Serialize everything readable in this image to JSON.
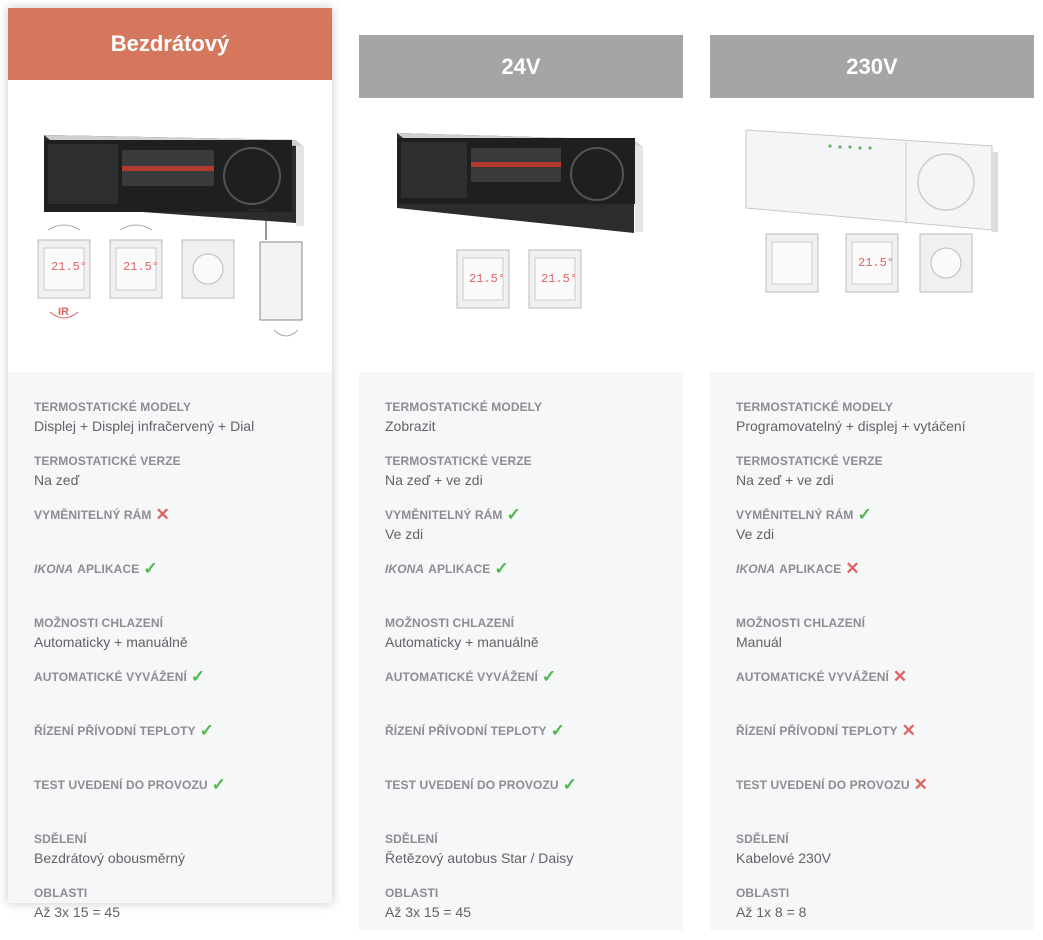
{
  "columns": [
    {
      "title": "Bezdrátový",
      "ir_label": "IR",
      "display_temp": "21.5°",
      "rows": [
        {
          "label": "TERMOSTATICKÉ MODELY",
          "value": "Displej + Displej infračervený + Dial"
        },
        {
          "label": "TERMOSTATICKÉ VERZE",
          "value": "Na zeď"
        },
        {
          "label": "VYMĚNITELNÝ RÁM",
          "mark": "✕",
          "status": "no"
        },
        {
          "label_italic": "IKONA",
          "label": "APLIKACE",
          "mark": "✓",
          "status": "yes"
        },
        {
          "label": "MOŽNOSTI CHLAZENÍ",
          "value": "Automaticky + manuálně"
        },
        {
          "label": "AUTOMATICKÉ VYVÁŽENÍ",
          "mark": "✓",
          "status": "yes"
        },
        {
          "label": "ŘÍZENÍ PŘÍVODNÍ TEPLOTY",
          "mark": "✓",
          "status": "yes"
        },
        {
          "label": "TEST UVEDENÍ DO PROVOZU",
          "mark": "✓",
          "status": "yes"
        },
        {
          "label": "SDĚLENÍ",
          "value": "Bezdrátový obousměrný"
        },
        {
          "label": "OBLASTI",
          "value": "Až 3x 15 = 45"
        }
      ]
    },
    {
      "title": "24V",
      "display_temp": "21.5°",
      "rows": [
        {
          "label": "TERMOSTATICKÉ MODELY",
          "value": "Zobrazit"
        },
        {
          "label": "TERMOSTATICKÉ VERZE",
          "value": "Na zeď + ve zdi"
        },
        {
          "label": "VYMĚNITELNÝ RÁM",
          "mark": "✓",
          "status": "yes",
          "value": "Ve zdi"
        },
        {
          "label_italic": "IKONA",
          "label": "APLIKACE",
          "mark": "✓",
          "status": "yes"
        },
        {
          "label": "MOŽNOSTI CHLAZENÍ",
          "value": "Automaticky + manuálně"
        },
        {
          "label": "AUTOMATICKÉ VYVÁŽENÍ",
          "mark": "✓",
          "status": "yes"
        },
        {
          "label": "ŘÍZENÍ PŘÍVODNÍ TEPLOTY",
          "mark": "✓",
          "status": "yes"
        },
        {
          "label": "TEST UVEDENÍ DO PROVOZU",
          "mark": "✓",
          "status": "yes"
        },
        {
          "label": "SDĚLENÍ",
          "value": "Řetězový autobus Star / Daisy"
        },
        {
          "label": "OBLASTI",
          "value": "Až 3x 15 = 45"
        }
      ]
    },
    {
      "title": "230V",
      "display_temp": "21.5°",
      "rows": [
        {
          "label": "TERMOSTATICKÉ MODELY",
          "value": "Programovatelný + displej + vytáčení"
        },
        {
          "label": "TERMOSTATICKÉ VERZE",
          "value": "Na zeď + ve zdi"
        },
        {
          "label": "VYMĚNITELNÝ RÁM",
          "mark": "✓",
          "status": "yes",
          "value": "Ve zdi"
        },
        {
          "label_italic": "IKONA",
          "label": "APLIKACE",
          "mark": "✕",
          "status": "no"
        },
        {
          "label": "MOŽNOSTI CHLAZENÍ",
          "value": "Manuál"
        },
        {
          "label": "AUTOMATICKÉ VYVÁŽENÍ",
          "mark": "✕",
          "status": "no"
        },
        {
          "label": "ŘÍZENÍ PŘÍVODNÍ TEPLOTY",
          "mark": "✕",
          "status": "no"
        },
        {
          "label": "TEST UVEDENÍ DO PROVOZU",
          "mark": "✕",
          "status": "no"
        },
        {
          "label": "SDĚLENÍ",
          "value": "Kabelové 230V"
        },
        {
          "label": "OBLASTI",
          "value": "Až 1x 8 = 8"
        }
      ]
    }
  ],
  "colors": {
    "accent": "#d5775d",
    "header_grey": "#a4a5a7",
    "check": "#4bb94b",
    "cross": "#e06464"
  }
}
